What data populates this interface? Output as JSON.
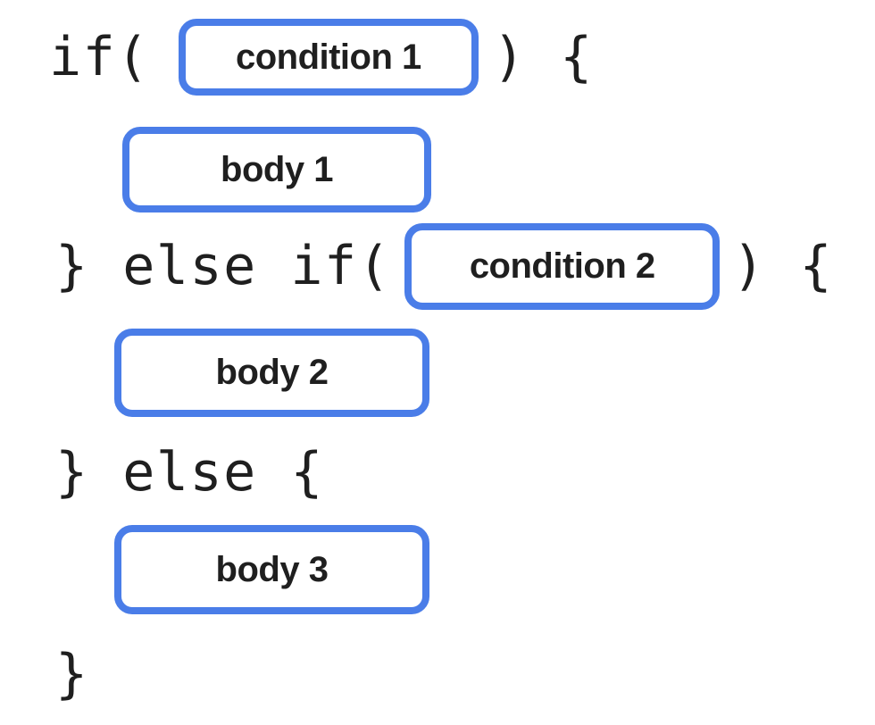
{
  "colors": {
    "accent_blue": "#4a7de8",
    "text_black": "#1f1f1f",
    "background": "#ffffff"
  },
  "code": {
    "if_open": "if(",
    "paren_close_brace_open_1": ") {",
    "else_if_open": "} else if(",
    "paren_close_brace_open_2": ") {",
    "else_open": "} else {",
    "final_brace": "}"
  },
  "placeholders": {
    "condition1": "condition 1",
    "body1": "body 1",
    "condition2": "condition 2",
    "body2": "body 2",
    "body3": "body 3"
  }
}
